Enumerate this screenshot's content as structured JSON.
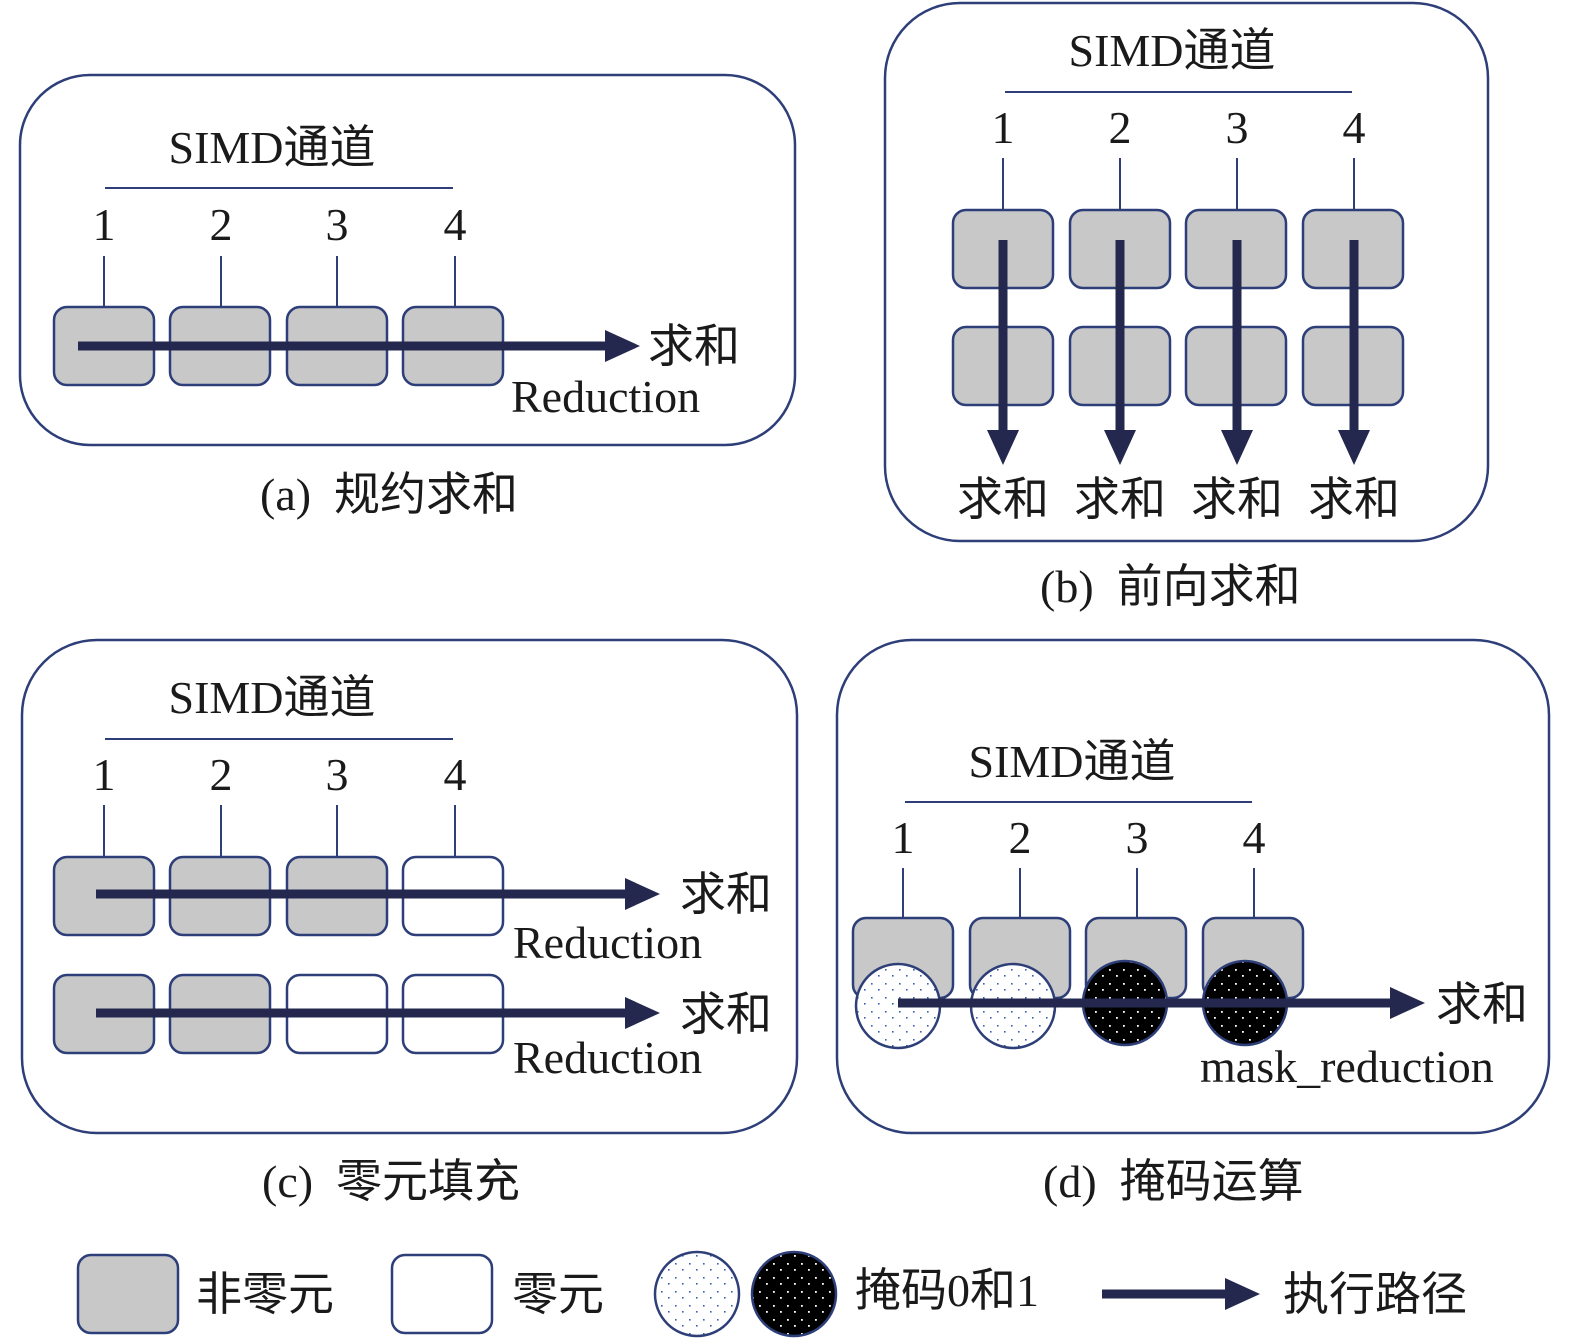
{
  "colors": {
    "frame": "#2d3e78",
    "arrow": "#24284f",
    "nonzero_fill": "#c8c8c8",
    "zero_fill": "#ffffff",
    "mask0_dot": "#3a5fb0",
    "mask1_fill": "#000000"
  },
  "panels": {
    "a": {
      "header": "SIMD通道",
      "lanes": [
        "1",
        "2",
        "3",
        "4"
      ],
      "result_cn": "求和",
      "result_en": "Reduction",
      "caption": "(a)  规约求和"
    },
    "b": {
      "header": "SIMD通道",
      "lanes": [
        "1",
        "2",
        "3",
        "4"
      ],
      "results": [
        "求和",
        "求和",
        "求和",
        "求和"
      ],
      "caption": "(b)  前向求和"
    },
    "c": {
      "header": "SIMD通道",
      "lanes": [
        "1",
        "2",
        "3",
        "4"
      ],
      "rows": [
        {
          "result_cn": "求和",
          "result_en": "Reduction",
          "cells": [
            "nonzero",
            "nonzero",
            "nonzero",
            "zero"
          ]
        },
        {
          "result_cn": "求和",
          "result_en": "Reduction",
          "cells": [
            "nonzero",
            "nonzero",
            "zero",
            "zero"
          ]
        }
      ],
      "caption": "(c)  零元填充"
    },
    "d": {
      "header": "SIMD通道",
      "lanes": [
        "1",
        "2",
        "3",
        "4"
      ],
      "masks": [
        "0",
        "0",
        "1",
        "1"
      ],
      "result_cn": "求和",
      "result_en": "mask_reduction",
      "caption": "(d)  掩码运算"
    }
  },
  "legend": {
    "nonzero": "非零元",
    "zero": "零元",
    "mask": "掩码0和1",
    "path": "执行路径"
  }
}
